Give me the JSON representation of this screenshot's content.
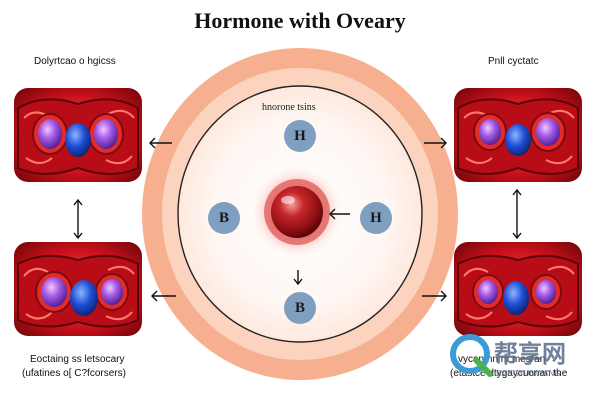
{
  "title": "Hormone with Oveary",
  "labels": {
    "top_left": "Dolyrtcao o hgicss",
    "top_right": "Pnll cyctatc",
    "bottom_left_line1": "Eoctaing ss letsocary",
    "bottom_left_line2": "(ufatines o[ C?fcorsers)",
    "bottom_right_line1": "vycan nn m mesran",
    "bottom_right_line2": "(etastce dtygaycuonan the"
  },
  "center": {
    "title": "hnorone tsins",
    "node_top": "H",
    "node_left": "B",
    "node_right": "H",
    "node_bottom": "B"
  },
  "watermark": {
    "text": "帮享网",
    "subtext": "BANGYUNWANG"
  },
  "colors": {
    "outer_ring": "#f6b08f",
    "panel_red": "#c8101a",
    "node_fill": "#7f9fc0",
    "follicle_center": "#a3161c",
    "blue_nucleus": "#1f4fd6",
    "purple_follicle": "#9b4de0"
  }
}
